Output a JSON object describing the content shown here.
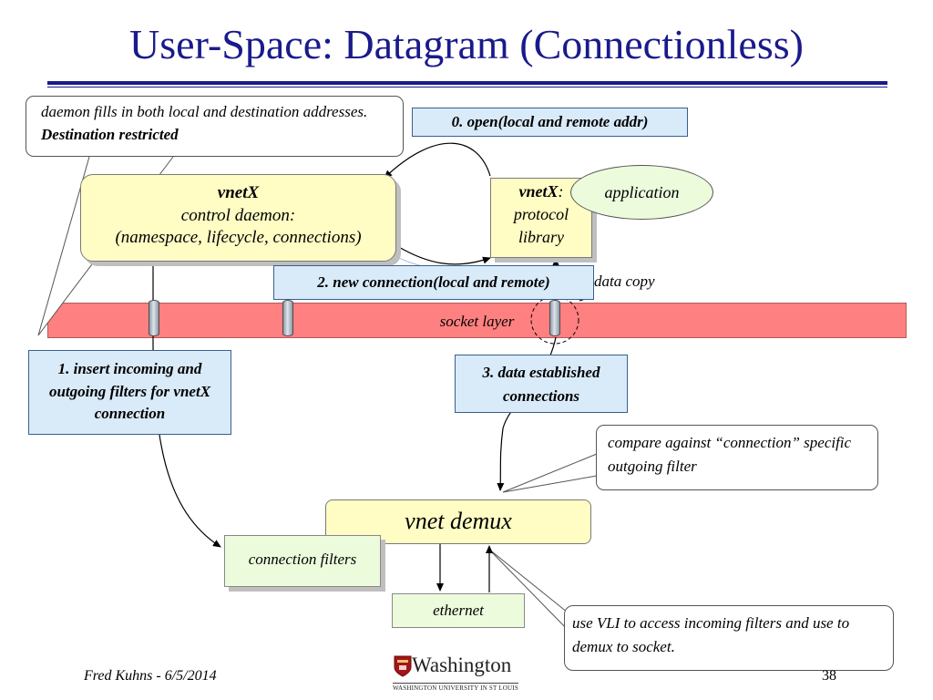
{
  "slide": {
    "title": "User-Space: Datagram (Connectionless)",
    "footer_author": "Fred Kuhns - 6/5/2014",
    "page_number": "38"
  },
  "logo": {
    "name": "Washington",
    "subtitle": "WASHINGTON UNIVERSITY IN ST LOUIS"
  },
  "callouts": {
    "daemon_fills_text": "daemon fills in both local and destination addresses. ",
    "daemon_fills_bold": "Destination restricted",
    "compare": "compare against “connection” specific outgoing filter",
    "use_vli": "use VLI to access incoming filters and use to demux to socket."
  },
  "steps": {
    "open": "0. open(local and remote addr)",
    "insert": "1. insert incoming and outgoing filters for vnetX connection",
    "new_connection": "2. new connection(local and remote)",
    "data_established": "3. data established connections"
  },
  "boxes": {
    "control_daemon_title": "vnetX",
    "control_daemon_line1": "control daemon:",
    "control_daemon_line2": "(namespace, lifecycle, connections)",
    "library_title": "vnetX",
    "library_colon": ":",
    "library_line1": "protocol",
    "library_line2": "library",
    "application": "application",
    "socket_layer": "socket layer",
    "data_copy": "data copy",
    "vnet_demux": "vnet demux",
    "connection_filters": "connection filters",
    "ethernet": "ethernet"
  }
}
